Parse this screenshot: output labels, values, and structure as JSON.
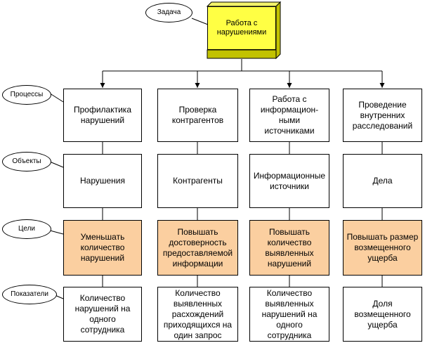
{
  "task": {
    "label": "Задача",
    "title": "Работа с\nнарушениями"
  },
  "row_labels": [
    {
      "key": "processes",
      "text": "Процессы"
    },
    {
      "key": "objects",
      "text": "Объекты"
    },
    {
      "key": "goals",
      "text": "Цели"
    },
    {
      "key": "indicators",
      "text": "Показатели"
    }
  ],
  "columns": [
    {
      "process": "Профилактика\nнарушений",
      "object": "Нарушения",
      "goal": "Уменьшать\nколичество\nнарушений",
      "indicator": "Количество\nнарушений на\nодного\nсотрудника"
    },
    {
      "process": "Проверка\nконтрагентов",
      "object": "Контрагенты",
      "goal": "Повышать\nдостоверность\nпредоставляемой\nинформации",
      "indicator": "Количество\nвыявленных\nрасхождений\nприходящихся на\nодин запрос"
    },
    {
      "process": "Работа с\nинформацион-\nными\nисточниками",
      "object": "Информационные\nисточники",
      "goal": "Повышать\nколичество\nвыявленных\nнарушений",
      "indicator": "Количество\nвыявленных\nнарушений на\nодного\nсотрудника"
    },
    {
      "process": "Проведение\nвнутренних\nрасследований",
      "object": "Дела",
      "goal": "Повышать размер\nвозмещенного\nущерба",
      "indicator": "Доля\nвозмещенного\nущерба"
    }
  ],
  "colors": {
    "task_box": "#ffff44",
    "goal_box": "#fbcfa0",
    "line": "#000000"
  }
}
